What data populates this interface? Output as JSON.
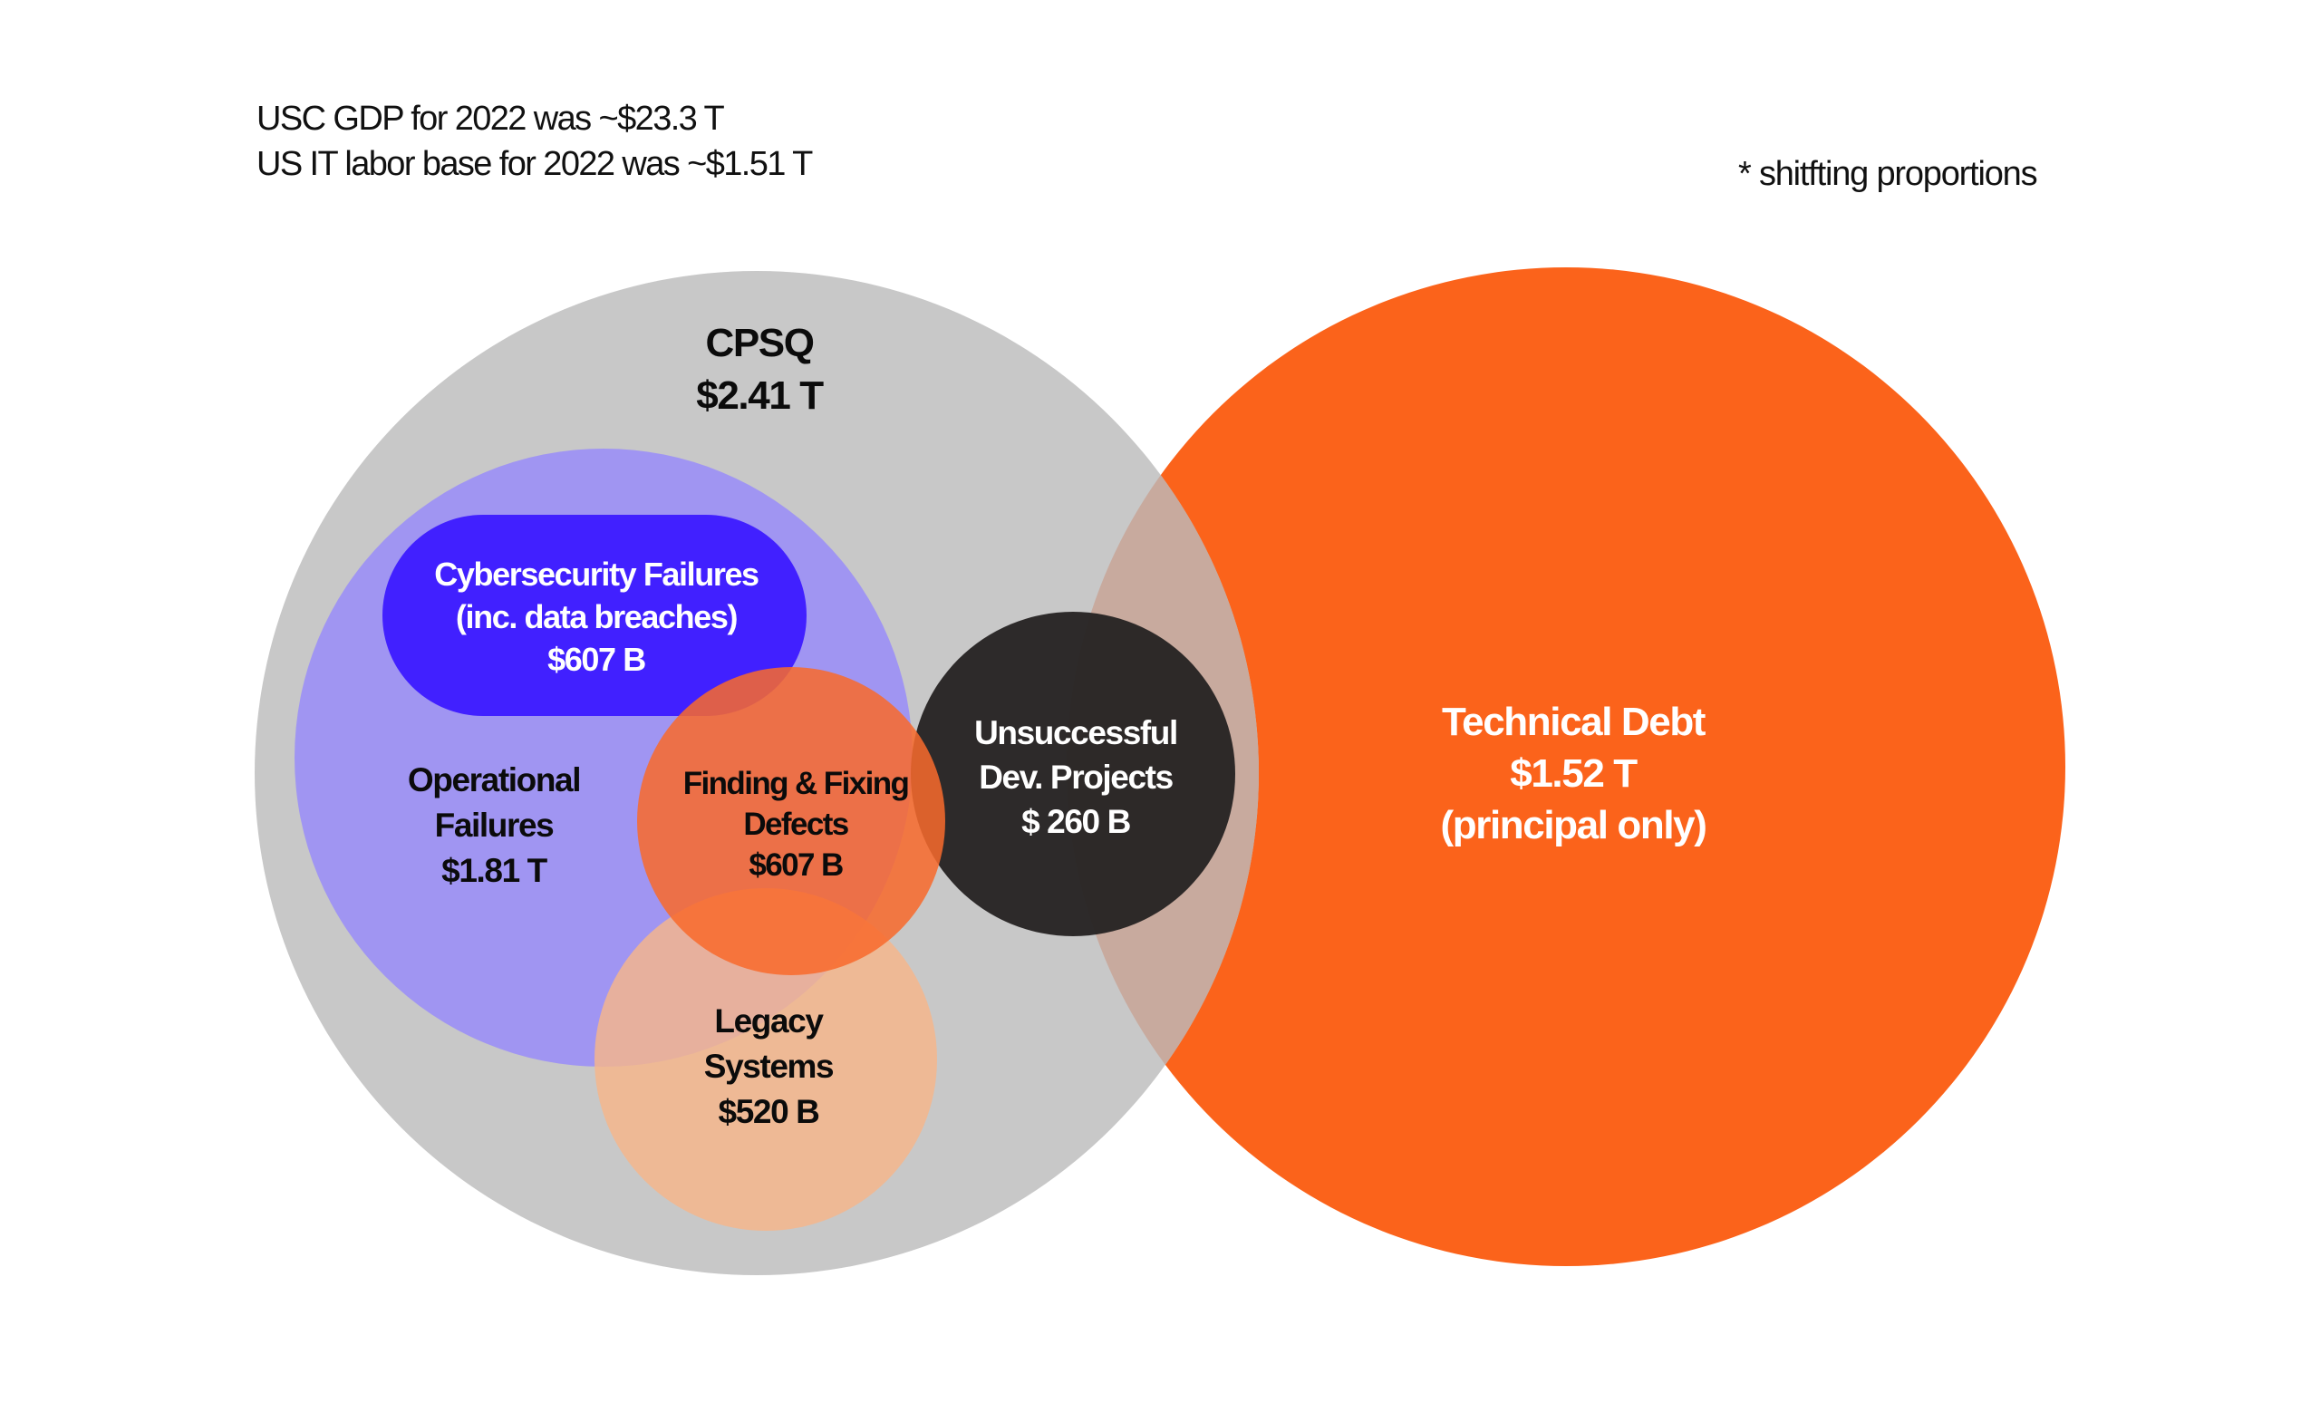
{
  "notes": {
    "gdp": "USC GDP for 2022 was  ~$23.3 T",
    "it_labor": "US IT labor base for 2022 was ~$1.51 T",
    "footnote": "* shitfting proportions"
  },
  "colors": {
    "cpsq": "#c8c8c8",
    "technical_debt": "#fb631b",
    "overlap_cpsq_techdebt": "#c8aa9e",
    "operational_failures": "#a095f2",
    "cybersecurity_failures": "#4120ff",
    "finding_fixing_defects": "#f86a2c",
    "unsuccessful_dev_projects": "#262323",
    "legacy_systems": "#f6b68a",
    "text_dark": "#0b0b0b",
    "text_light": "#ffffff"
  },
  "sets": {
    "cpsq": {
      "name": "CPSQ",
      "value_label": "$2.41 T",
      "value_billions": 2410
    },
    "operational_failures": {
      "name_line1": "Operational",
      "name_line2": "Failures",
      "value_label": "$1.81 T",
      "value_billions": 1810
    },
    "cybersecurity_failures": {
      "name_line1": "Cybersecurity Failures",
      "name_line2": "(inc. data breaches)",
      "value_label": "$607 B",
      "value_billions": 607
    },
    "finding_fixing_defects": {
      "name_line1": "Finding & Fixing",
      "name_line2": "Defects",
      "value_label": "$607 B",
      "value_billions": 607
    },
    "unsuccessful_dev_projects": {
      "name_line1": "Unsuccessful",
      "name_line2": "Dev. Projects",
      "value_label": "$ 260 B",
      "value_billions": 260
    },
    "legacy_systems": {
      "name_line1": "Legacy",
      "name_line2": "Systems",
      "value_label": "$520 B",
      "value_billions": 520
    },
    "technical_debt": {
      "name": "Technical Debt",
      "value_label": "$1.52 T",
      "qualifier": "(principal only)",
      "value_billions": 1520
    }
  }
}
